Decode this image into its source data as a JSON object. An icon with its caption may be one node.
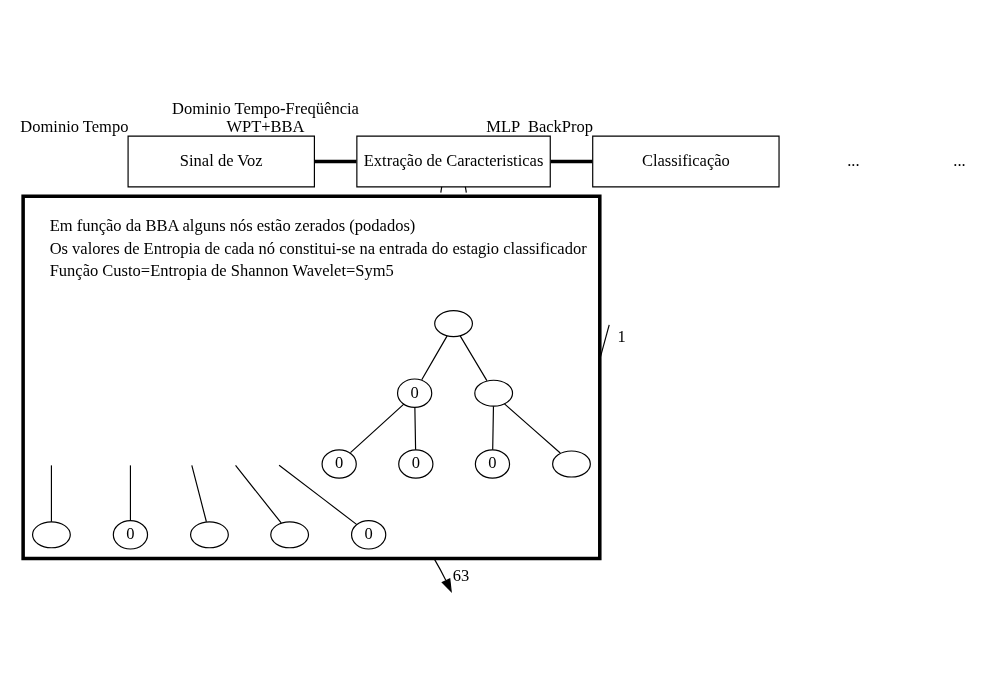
{
  "diagram": {
    "nodes": [
      {
        "text": [
          "Sinal de Voz"
        ],
        "beside": [
          "Dominio Tempo"
        ]
      },
      {
        "text": [
          "Extração de Caracteristicas"
        ],
        "beside": [
          "Dominio Tempo-Freqüência",
          "WPT+BBA"
        ]
      },
      {
        "text": [
          "Classificação"
        ],
        "beside": [
          "MLP  BackProp"
        ]
      },
      {
        "text": [
          "Em função da BBA alguns nós estão zerados (podados)",
          "Os valores de Entropia de cada nó constitui-se na entrada do estagio classificador",
          "Função Custo=Entropia de Shannon Wavelet=Sym5"
        ]
      },
      {
        "text": [],
        "shape": "ellipse",
        "in": 3
      },
      {
        "text": [],
        "shape": "ellipse",
        "in": 3
      },
      {
        "text": [
          "0"
        ],
        "in": 3
      },
      {
        "text": [],
        "shape": "ellipse",
        "in": 3
      },
      {
        "text": [
          "0"
        ],
        "in": 3
      },
      {
        "text": [
          "0"
        ],
        "in": 3
      },
      {
        "text": [
          "0"
        ],
        "in": 3
      },
      {
        "text": [],
        "shape": "ellipse",
        "in": 3
      },
      {
        "text": [
          "0"
        ],
        "in": 3
      },
      {
        "text": [],
        "shape": "ellipse",
        "in": 3
      },
      {
        "text": [],
        "shape": "ellipse",
        "in": 3
      },
      {
        "text": [
          "0"
        ],
        "in": 3
      }
    ],
    "edges": [
      {
        "from": 0,
        "to": 1,
        "arrow": "none",
        "style": "thick"
      },
      {
        "from": 1,
        "to": 2,
        "arrow": "none",
        "style": "thick"
      },
      {
        "from": 1,
        "to": 3,
        "arrow": "none",
        "style": "dashed"
      },
      {
        "from": 1,
        "to": 3,
        "arrow": "none",
        "style": "dashed"
      },
      {
        "from": 4,
        "to": 5,
        "arrow": "none"
      },
      {
        "from": 4,
        "to": 6,
        "arrow": "none"
      },
      {
        "from": 5,
        "to": 7,
        "arrow": "none"
      },
      {
        "from": 5,
        "to": 8,
        "arrow": "none"
      },
      {
        "from": 6,
        "to": 9,
        "arrow": "none"
      },
      {
        "from": 6,
        "to": 10,
        "arrow": "none"
      },
      {
        "from": null,
        "to": 11,
        "arrow": "none"
      },
      {
        "from": null,
        "to": 12,
        "arrow": "none"
      },
      {
        "from": null,
        "to": 13,
        "arrow": "none"
      },
      {
        "from": null,
        "to": 14,
        "arrow": "none"
      },
      {
        "from": null,
        "to": 15,
        "arrow": "none"
      },
      {
        "from": null,
        "to": 3,
        "arrow": "none",
        "label": "1"
      },
      {
        "from": 3,
        "to": null,
        "arrow": "to",
        "label": "63"
      }
    ],
    "labels": [
      "...",
      "..."
    ]
  }
}
